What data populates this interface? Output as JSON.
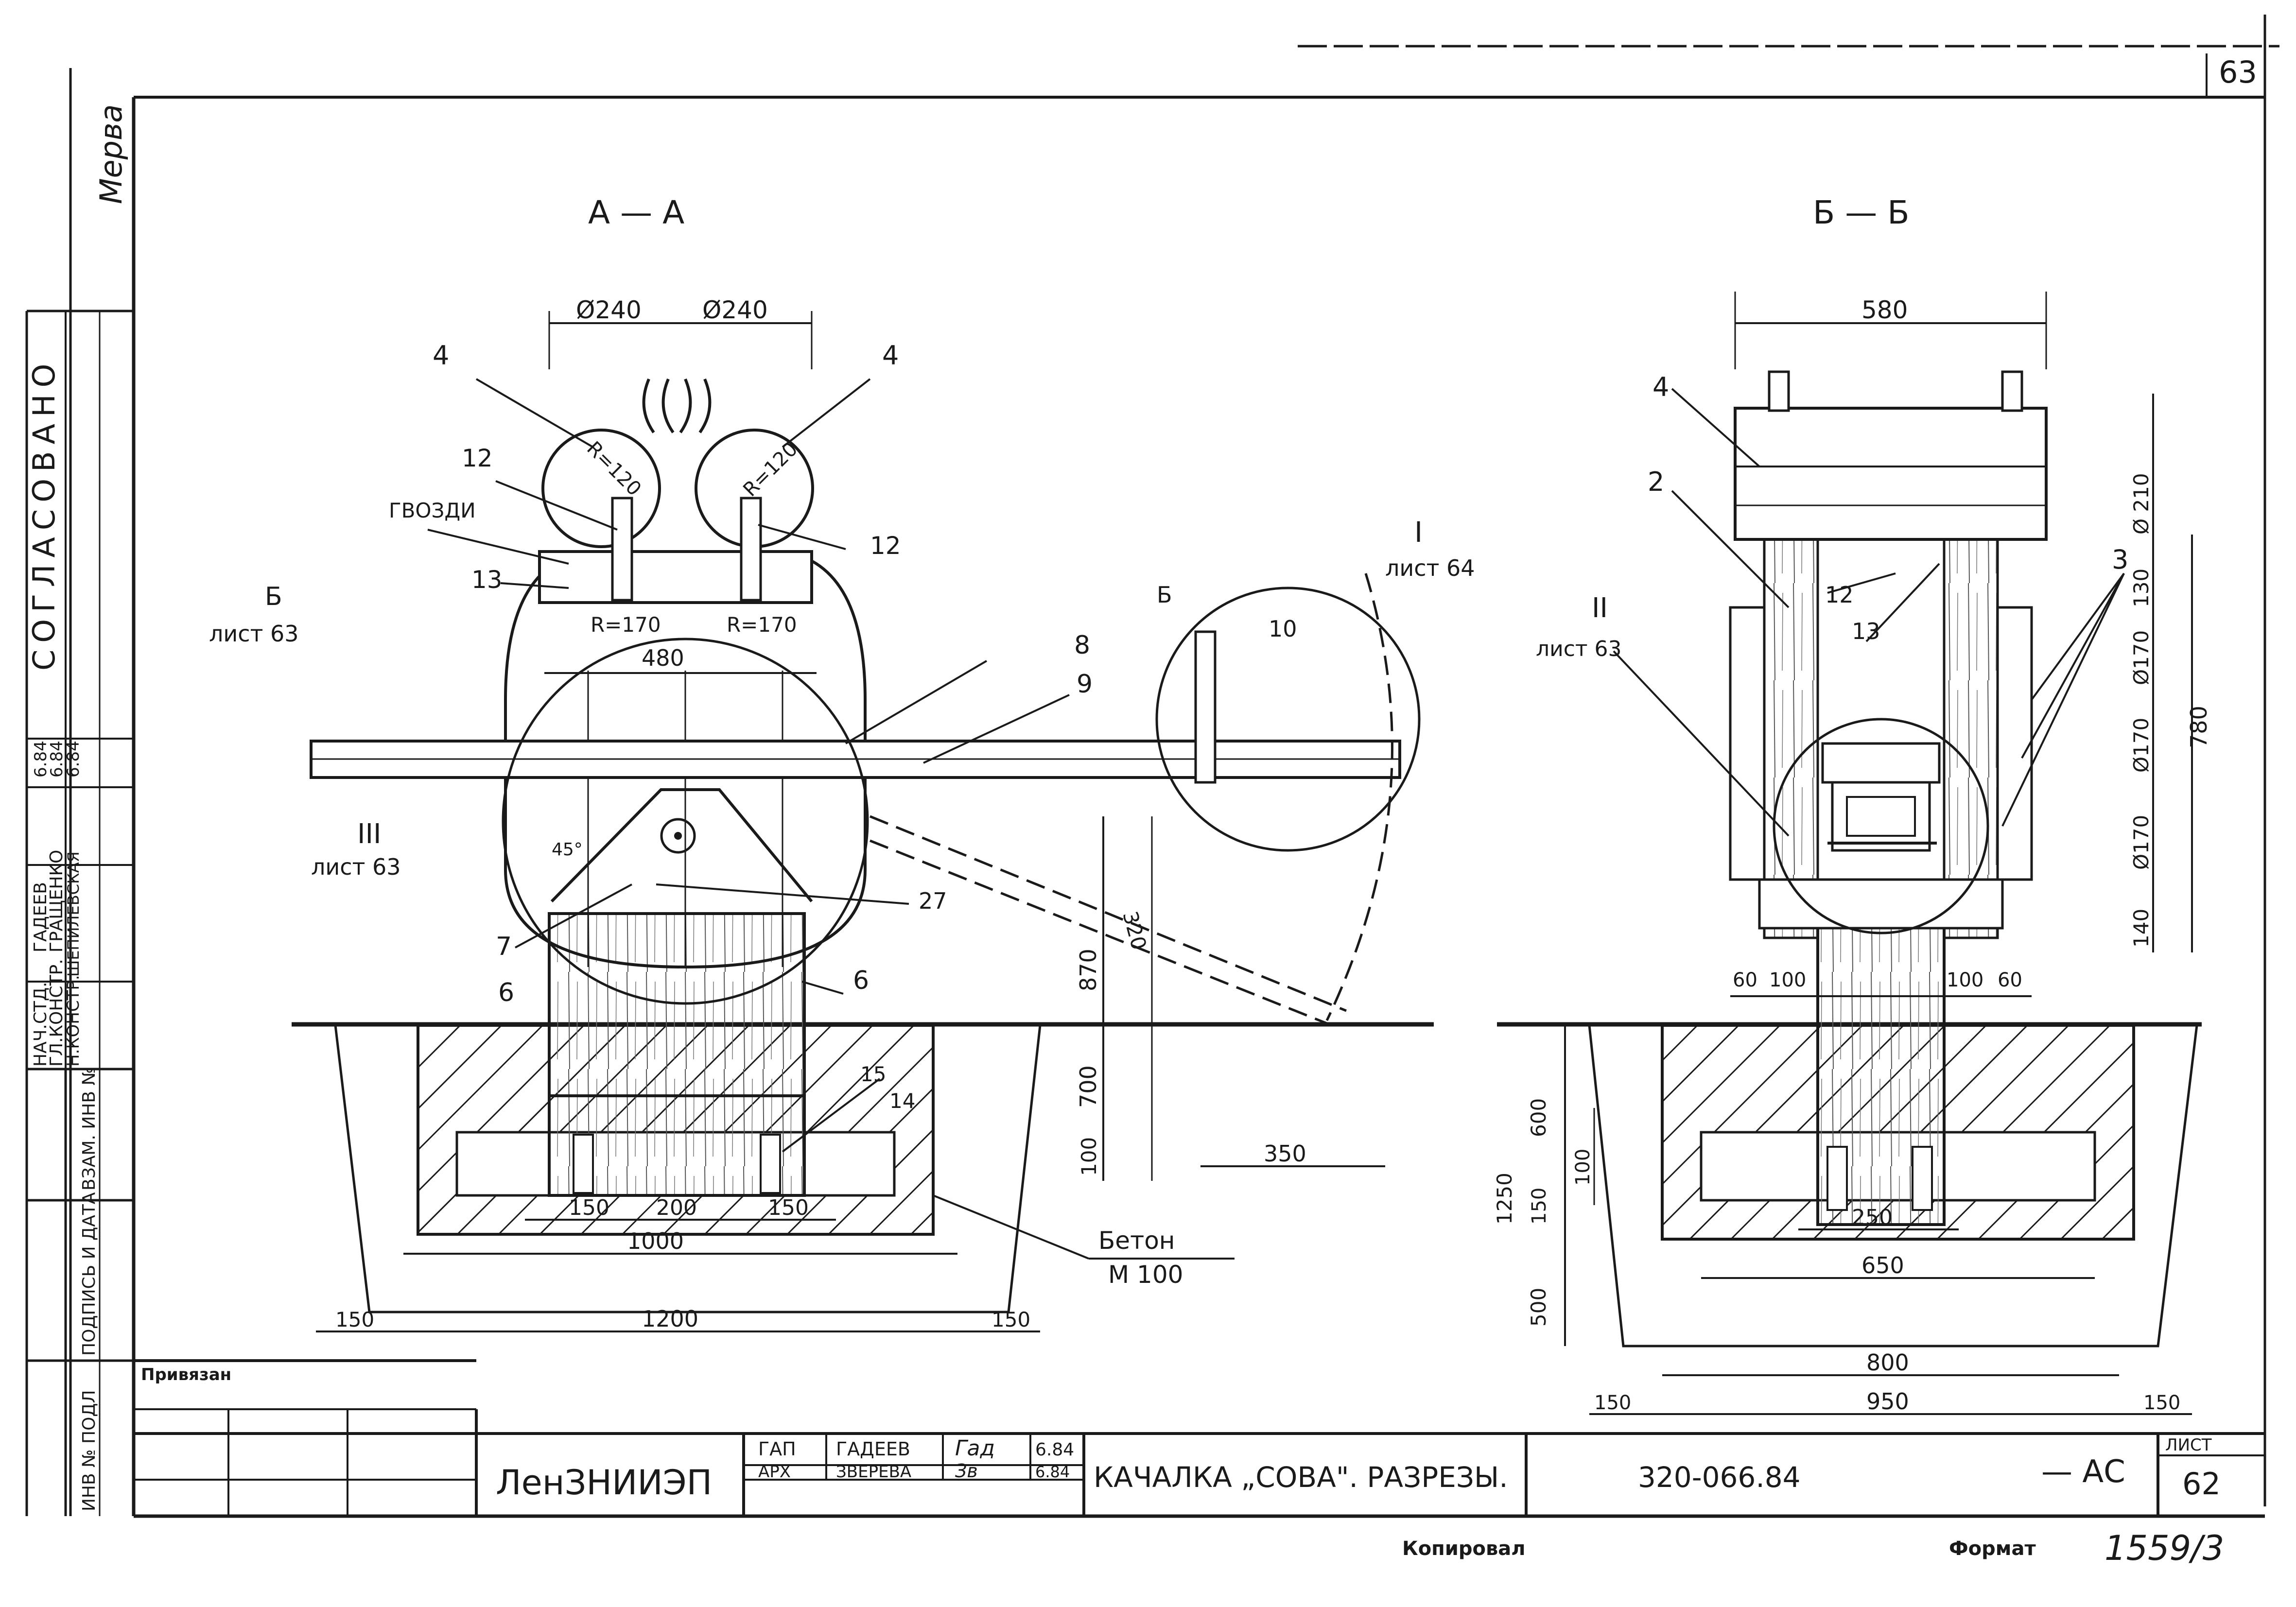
{
  "sheet_corner_number": "63",
  "signature_stamp": "Мерва",
  "sections": {
    "aa": {
      "title": "А — А"
    },
    "bb": {
      "title": "Б — Б"
    }
  },
  "section_aa": {
    "dims": {
      "d_left": "Ø240",
      "d_right": "Ø240",
      "r120_left": "R=120",
      "r120_right": "R=120",
      "r170_left": "R=170",
      "r170_right": "R=170",
      "w480": "480",
      "h870": "870",
      "h700": "700",
      "h100": "100",
      "diag320": "320",
      "w350": "350",
      "w150_left": "150",
      "w200": "200",
      "w150_right": "150",
      "w1000": "1000",
      "w1200": "1200",
      "w150_out_left": "150",
      "w150_out_right": "150",
      "d45": "45°"
    },
    "labels": {
      "p4_left": "4",
      "p4_right": "4",
      "p12_left": "12",
      "p12_right": "12",
      "p13": "13",
      "nails": "ГВОЗДИ",
      "cut_b": "Б",
      "cut_b_sheet": "лист 63",
      "cut_ii_arrow": "Б",
      "p8": "8",
      "p9": "9",
      "p10": "10",
      "node_i": "I",
      "node_i_sheet": "лист 64",
      "node_iii": "III",
      "node_iii_sheet": "лист 63",
      "p7": "7",
      "p6_left": "6",
      "p6_right": "6",
      "p27": "27",
      "p15": "15",
      "p14": "14",
      "concrete": "Бетон",
      "concrete_grade": "М 100"
    }
  },
  "section_bb": {
    "dims": {
      "w580": "580",
      "d210": "Ø 210",
      "h130": "130",
      "d170_a": "Ø170",
      "d170_b": "Ø170",
      "d170_c": "Ø170",
      "h140": "140",
      "h780": "780",
      "w60_left": "60",
      "w100_left": "100",
      "w100_right": "100",
      "w60_right": "60",
      "h600": "600",
      "h100": "100",
      "h150": "150",
      "h1250": "1250",
      "h500": "500",
      "w250": "250",
      "w650": "650",
      "w800": "800",
      "w950": "950",
      "w150_left": "150",
      "w150_right": "150"
    },
    "labels": {
      "p4": "4",
      "p2": "2",
      "p12": "12",
      "p13": "13",
      "p3": "3",
      "node_ii": "II",
      "node_ii_sheet": "лист 63"
    }
  },
  "side_stamp": {
    "agreed": "СОГЛАСОВАНО",
    "roles": [
      "НАЧ.СТД.",
      "ГЛ.КОНСТР.",
      "Н.КОНСТР."
    ],
    "names": [
      "ГАДЕЕВ",
      "ГРАЩЕНКО",
      "ШЕПИЛЕВСКАЯ"
    ],
    "dates": [
      "6.84",
      "6.84",
      "6.84"
    ],
    "columns": [
      "ВЗАМ. ИНВ №",
      "ПОДПИСЬ И ДАТА",
      "ИНВ № ПОДЛ"
    ]
  },
  "title_block": {
    "bound_label": "Привязан",
    "org": "ЛенЗНИИЭП",
    "role_1": "ГАП",
    "name_1": "ГАДЕЕВ",
    "date_1": "6.84",
    "role_2": "АРХ",
    "name_2": "ЗВЕРЕВА",
    "date_2": "6.84",
    "signature_1": "Гад",
    "signature_2": "Зв",
    "title": "КАЧАЛКА „СОВА\". РАЗРЕЗЫ.",
    "doc_number": "320-066.84",
    "doc_suffix": "— АС",
    "sheet_label": "ЛИСТ",
    "sheet_number": "62"
  },
  "footer": {
    "copier": "Копировал",
    "format": "Формат",
    "archive_number": "1559/3"
  }
}
